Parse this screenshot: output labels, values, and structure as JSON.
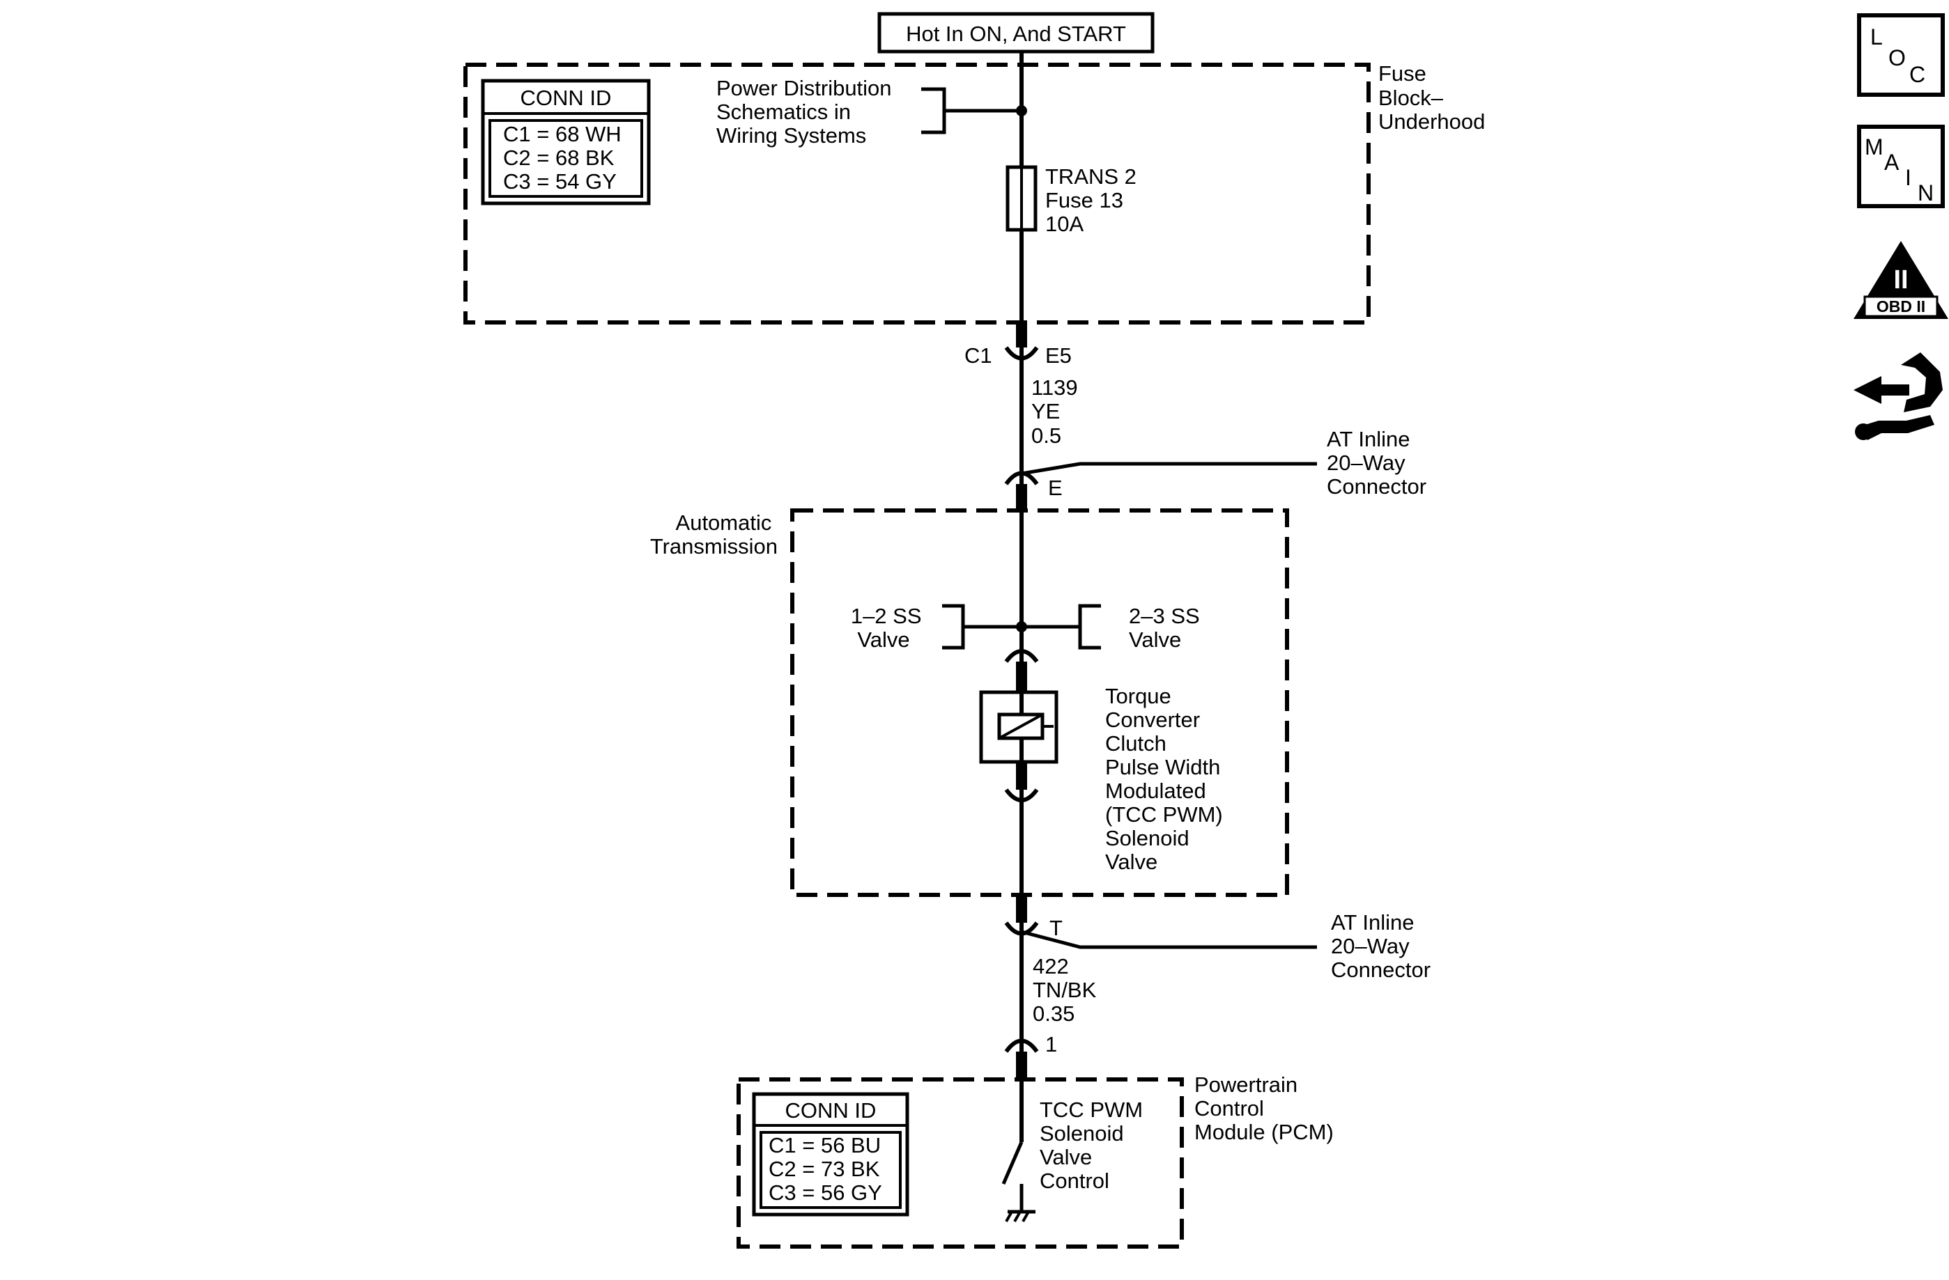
{
  "power_source": "Hot In ON, And START",
  "fuse_block": {
    "label_lines": [
      "Fuse",
      "Block–",
      "Underhood"
    ],
    "conn_id": {
      "title": "CONN ID",
      "rows": [
        "C1 = 68 WH",
        "C2 = 68 BK",
        "C3 = 54 GY"
      ]
    },
    "power_dist_lines": [
      "Power Distribution",
      "Schematics in",
      "Wiring Systems"
    ],
    "fuse_lines": [
      "TRANS 2",
      "Fuse 13",
      "10A"
    ]
  },
  "connector_c1": {
    "left": "C1",
    "right": "E5"
  },
  "wire_1139": {
    "lines": [
      "1139",
      "YE",
      "0.5"
    ]
  },
  "inline_connector_e": {
    "pin": "E",
    "label_lines": [
      "AT Inline",
      "20–Way",
      "Connector"
    ]
  },
  "transmission": {
    "label_lines": [
      "Automatic",
      "Transmission"
    ],
    "ss12_lines": [
      "1–2 SS",
      "Valve"
    ],
    "ss23_lines": [
      "2–3 SS",
      "Valve"
    ],
    "tcc_lines": [
      "Torque",
      "Converter",
      "Clutch",
      "Pulse Width",
      "Modulated",
      "(TCC PWM)",
      "Solenoid",
      "Valve"
    ]
  },
  "inline_connector_t": {
    "pin": "T",
    "label_lines": [
      "AT Inline",
      "20–Way",
      "Connector"
    ]
  },
  "wire_422": {
    "lines": [
      "422",
      "TN/BK",
      "0.35"
    ]
  },
  "pcm_pin": "1",
  "pcm": {
    "label_lines": [
      "Powertrain",
      "Control",
      "Module (PCM)"
    ],
    "conn_id": {
      "title": "CONN ID",
      "rows": [
        "C1 = 56 BU",
        "C2 = 73 BK",
        "C3 = 56 GY"
      ]
    },
    "control_lines": [
      "TCC PWM",
      "Solenoid",
      "Valve",
      "Control"
    ]
  },
  "nav": {
    "loc": [
      "L",
      "O",
      "C"
    ],
    "main": [
      "M",
      "A",
      "I",
      "N"
    ],
    "obd_roman": "II",
    "obd_label": "OBD II"
  }
}
